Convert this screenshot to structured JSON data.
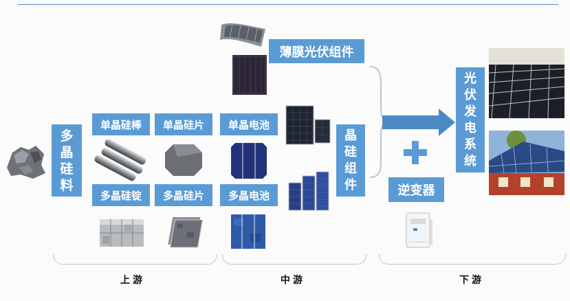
{
  "boxes": {
    "poly_silicon_material": "多晶硅料",
    "mono_ingot": "单晶硅棒",
    "mono_wafer": "单晶硅片",
    "mono_cell": "单晶电池",
    "multi_ingot": "多晶硅锭",
    "multi_wafer": "多晶硅片",
    "multi_cell": "多晶电池",
    "thin_film_module": "薄膜光伏组件",
    "crystalline_module": "晶硅组件",
    "inverter": "逆变器",
    "pv_system": "光伏发电系统"
  },
  "stages": {
    "upstream": "上游",
    "midstream": "中游",
    "downstream": "下游"
  },
  "plus": "+",
  "colors": {
    "box_fill": "#5b9bd5",
    "arrow": "#4a8ac4",
    "rule": "#5b87b6"
  }
}
